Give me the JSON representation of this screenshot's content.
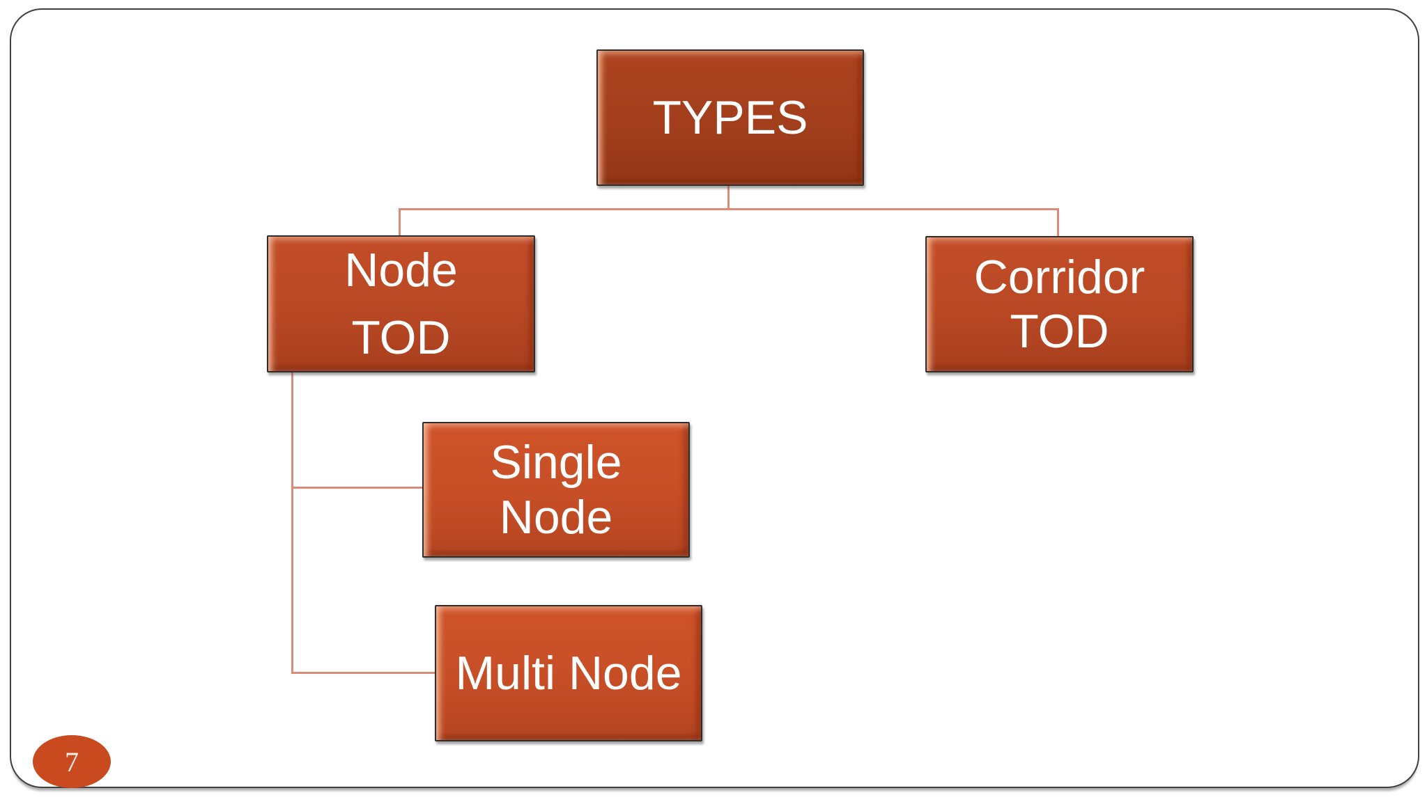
{
  "slide": {
    "kind": "presentation-slide",
    "page_number": "7"
  },
  "colors": {
    "level1_fill": "#a23e1c",
    "level2_fill": "#b94824",
    "level3_fill": "#c64e26",
    "connector": "#dd8b79",
    "box_border": "#2d2d2d",
    "box_text": "#ffffff",
    "badge_fill": "#c84a1e",
    "badge_text": "#f8efe6",
    "frame_border": "#3f3f3f",
    "slide_background": "#ffffff"
  },
  "diagram": {
    "type": "hierarchy",
    "nodes": [
      {
        "id": "types",
        "label": "TYPES",
        "lines": [
          "TYPES"
        ],
        "level": 1,
        "parent": null
      },
      {
        "id": "node-tod",
        "label": "Node TOD",
        "lines": [
          "Node",
          "TOD"
        ],
        "level": 2,
        "parent": "types"
      },
      {
        "id": "corridor-tod",
        "label": "Corridor TOD",
        "lines": [
          "Corridor",
          "TOD"
        ],
        "level": 2,
        "parent": "types"
      },
      {
        "id": "single-node",
        "label": "Single Node",
        "lines": [
          "Single",
          "Node"
        ],
        "level": 3,
        "parent": "node-tod"
      },
      {
        "id": "multi-node",
        "label": "Multi Node",
        "lines": [
          "Multi Node"
        ],
        "level": 3,
        "parent": "node-tod"
      }
    ]
  }
}
